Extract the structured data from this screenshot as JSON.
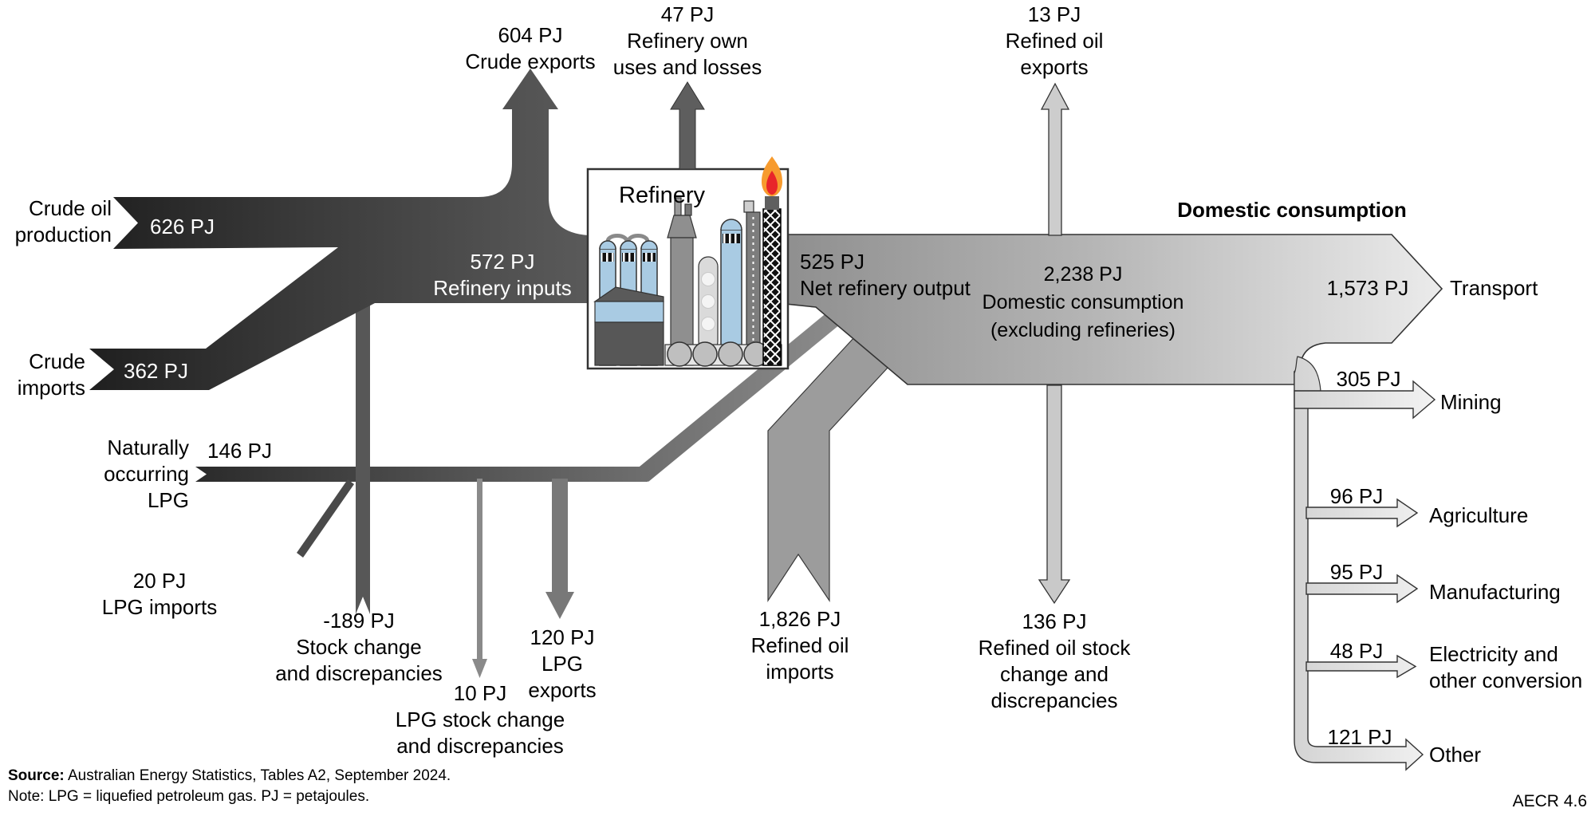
{
  "labels": {
    "crude_oil_production": "Crude oil\nproduction",
    "crude_imports": "Crude\nimports",
    "naturally_occurring_lpg": "Naturally\noccurring\nLPG",
    "lpg_imports": "20 PJ\nLPG imports",
    "crude_production_value": "626 PJ",
    "crude_imports_value": "362 PJ",
    "lpg_value": "146 PJ",
    "crude_exports": "604 PJ\nCrude exports",
    "refinery_own_uses": "47 PJ\nRefinery own\nuses and losses",
    "refined_oil_exports": "13 PJ\nRefined oil\nexports",
    "refinery_inputs": "572 PJ\nRefinery inputs",
    "net_refinery_output": "525 PJ\nNet refinery output",
    "domestic_consumption_heading": "Domestic consumption",
    "domestic_consumption": "2,238 PJ\nDomestic consumption\n(excluding refineries)",
    "stock_change": "-189 PJ\nStock change\nand discrepancies",
    "lpg_stock_change": "10 PJ\nLPG stock change\nand discrepancies",
    "lpg_exports": "120 PJ\nLPG\nexports",
    "refined_oil_imports": "1,826 PJ\nRefined oil\nimports",
    "refined_oil_stock_change": "136 PJ\nRefined oil stock\nchange and\ndiscrepancies",
    "transport_value": "1,573 PJ",
    "transport": "Transport",
    "mining_value": "305 PJ",
    "mining": "Mining",
    "agriculture_value": "96 PJ",
    "agriculture": "Agriculture",
    "manufacturing_value": "95 PJ",
    "manufacturing": "Manufacturing",
    "electricity_value": "48 PJ",
    "electricity": "Electricity and\nother conversion",
    "other_value": "121 PJ",
    "other": "Other"
  },
  "refinery": {
    "title": "Refinery"
  },
  "footer": {
    "source_label": "Source:",
    "source_text": " Australian Energy Statistics, Tables A2, September 2024.",
    "note": "Note: LPG = liquefied petroleum gas. PJ = petajoules.",
    "figure_code": "AECR 4.6"
  },
  "chart_data": {
    "type": "sankey",
    "unit": "PJ",
    "heading": "Domestic consumption",
    "process_node": "Refinery",
    "nodes": [
      {
        "label": "Crude oil production",
        "value": 626,
        "role": "source"
      },
      {
        "label": "Crude imports",
        "value": 362,
        "role": "source"
      },
      {
        "label": "Crude exports",
        "value": 604,
        "role": "sink"
      },
      {
        "label": "Refinery inputs",
        "value": 572,
        "role": "intermediate"
      },
      {
        "label": "Refinery own uses and losses",
        "value": 47,
        "role": "sink"
      },
      {
        "label": "Net refinery output",
        "value": 525,
        "role": "intermediate"
      },
      {
        "label": "Naturally occurring LPG",
        "value": 146,
        "role": "source"
      },
      {
        "label": "LPG imports",
        "value": 20,
        "role": "source"
      },
      {
        "label": "Stock change and discrepancies",
        "value": -189,
        "role": "source"
      },
      {
        "label": "LPG stock change and discrepancies",
        "value": 10,
        "role": "sink"
      },
      {
        "label": "LPG exports",
        "value": 120,
        "role": "sink"
      },
      {
        "label": "Refined oil imports",
        "value": 1826,
        "role": "source"
      },
      {
        "label": "Refined oil exports",
        "value": 13,
        "role": "sink"
      },
      {
        "label": "Refined oil stock change and discrepancies",
        "value": 136,
        "role": "sink"
      },
      {
        "label": "Domestic consumption (excluding refineries)",
        "value": 2238,
        "role": "intermediate"
      },
      {
        "label": "Transport",
        "value": 1573,
        "role": "sink"
      },
      {
        "label": "Mining",
        "value": 305,
        "role": "sink"
      },
      {
        "label": "Agriculture",
        "value": 96,
        "role": "sink"
      },
      {
        "label": "Manufacturing",
        "value": 95,
        "role": "sink"
      },
      {
        "label": "Electricity and other conversion",
        "value": 48,
        "role": "sink"
      },
      {
        "label": "Other",
        "value": 121,
        "role": "sink"
      }
    ],
    "colors": {
      "flow_dark": "#2a2a2a",
      "flow_mid": "#8c8c8c",
      "flow_light": "#ececec",
      "outline": "#333333",
      "refinery_blue": "#a9cbe3",
      "flame_orange": "#f79b2e",
      "flame_red": "#e8262a"
    }
  }
}
